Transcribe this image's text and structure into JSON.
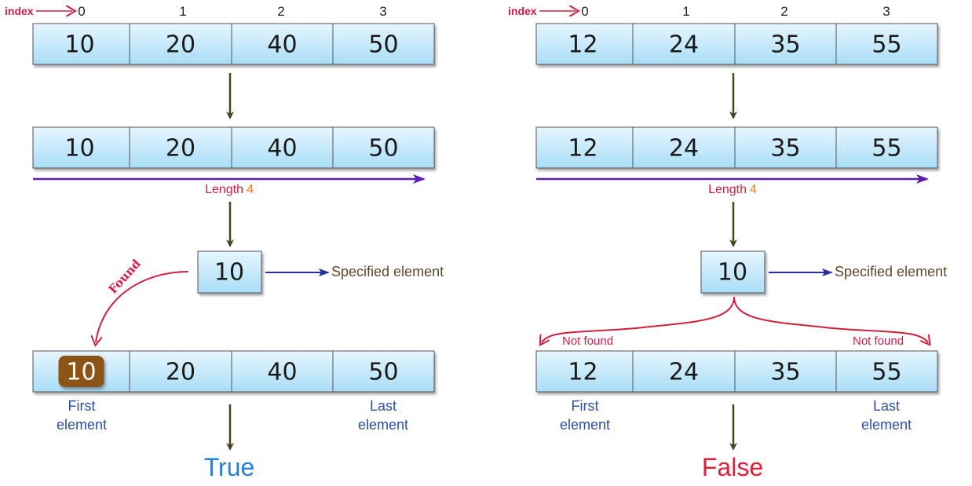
{
  "colors": {
    "cell_top": "#e6f6ff",
    "cell_bottom": "#a9ddf7",
    "arrow_dark": "#4a4320",
    "length_arrow": "#5a1fb0",
    "red": "#d0203f",
    "found_badge": "#8a5416",
    "true_color": "#2a7fd4",
    "false_color": "#e0203a"
  },
  "index_label": "index",
  "length_label": "Length",
  "specified_label": "Specified element",
  "first_label": [
    "First",
    "element"
  ],
  "last_label": [
    "Last",
    "element"
  ],
  "panels": [
    {
      "indices": [
        "0",
        "1",
        "2",
        "3"
      ],
      "array": [
        "10",
        "20",
        "40",
        "50"
      ],
      "length": "4",
      "search": "10",
      "found_label": "Found",
      "found_index": 0,
      "result": "True"
    },
    {
      "indices": [
        "0",
        "1",
        "2",
        "3"
      ],
      "array": [
        "12",
        "24",
        "35",
        "55"
      ],
      "length": "4",
      "search": "10",
      "not_found_label": "Not found",
      "found_index": -1,
      "result": "False"
    }
  ]
}
